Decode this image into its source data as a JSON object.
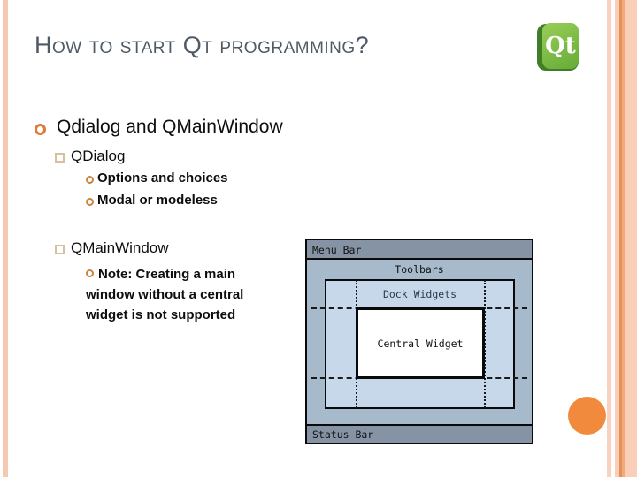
{
  "slide": {
    "title": "How to start Qt programming?"
  },
  "logo": {
    "text": "Qt"
  },
  "bullets": {
    "level1": "Qdialog and QMainWindow",
    "qdialog": {
      "label": "QDialog",
      "items": [
        "Options and choices",
        "Modal or modeless"
      ]
    },
    "qmainwindow": {
      "label": "QMainWindow",
      "note_lines": [
        "Note: Creating a main",
        "window without a central",
        "widget is not supported"
      ]
    }
  },
  "diagram": {
    "menu_bar": "Menu Bar",
    "toolbars": "Toolbars",
    "dock_widgets": "Dock Widgets",
    "central_widget": "Central Widget",
    "status_bar": "Status Bar"
  },
  "colors": {
    "accent_orange": "#f18a3c",
    "stripe_peach": "#f9cfba",
    "qt_green": "#6cae3a",
    "title_gray": "#4e5a66",
    "diagram_band_gray": "#8593a4",
    "diagram_area_blue": "#a7bacc",
    "diagram_dock_blue": "#c6d8e9"
  }
}
